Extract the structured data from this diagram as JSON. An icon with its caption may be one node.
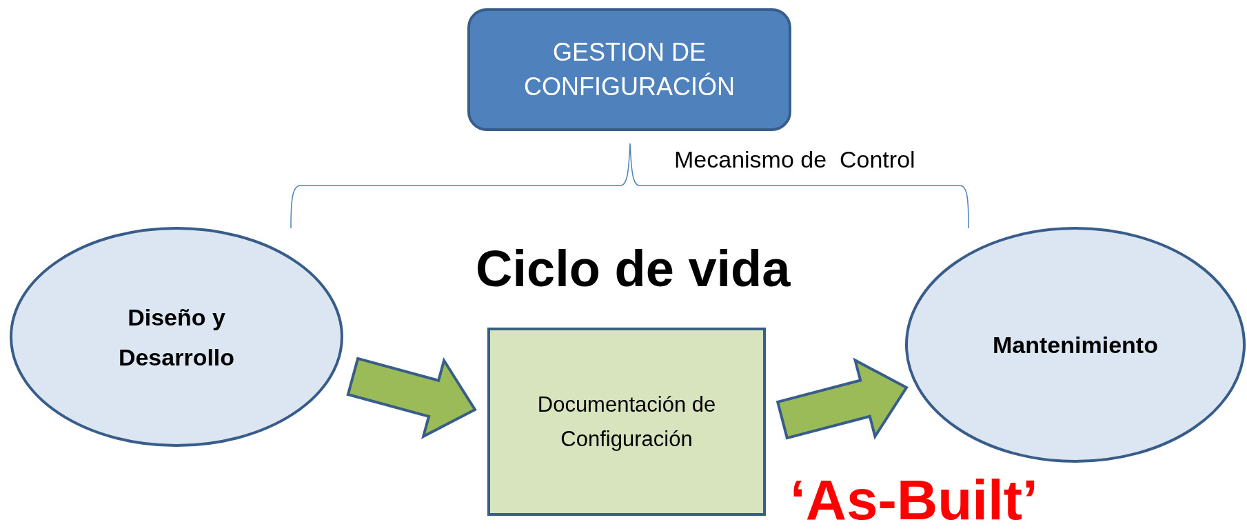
{
  "diagram": {
    "nodes": [
      {
        "text": [
          "GESTION DE CONFIGURACIÓN"
        ]
      },
      {
        "text": [
          "Diseño y Desarrollo"
        ]
      },
      {
        "text": [
          "Documentación de Configuración"
        ]
      },
      {
        "text": [
          "Mantenimiento"
        ]
      }
    ],
    "edges": [
      {
        "from": 1,
        "to": 2,
        "arrow": "to",
        "style": "thick",
        "color": "#9bbb59"
      },
      {
        "from": 2,
        "to": 3,
        "arrow": "to",
        "style": "thick",
        "color": "#9bbb59"
      }
    ],
    "labels": [
      "Mecanismo de  Control",
      "Ciclo de vida",
      "‘As-Built’"
    ]
  }
}
